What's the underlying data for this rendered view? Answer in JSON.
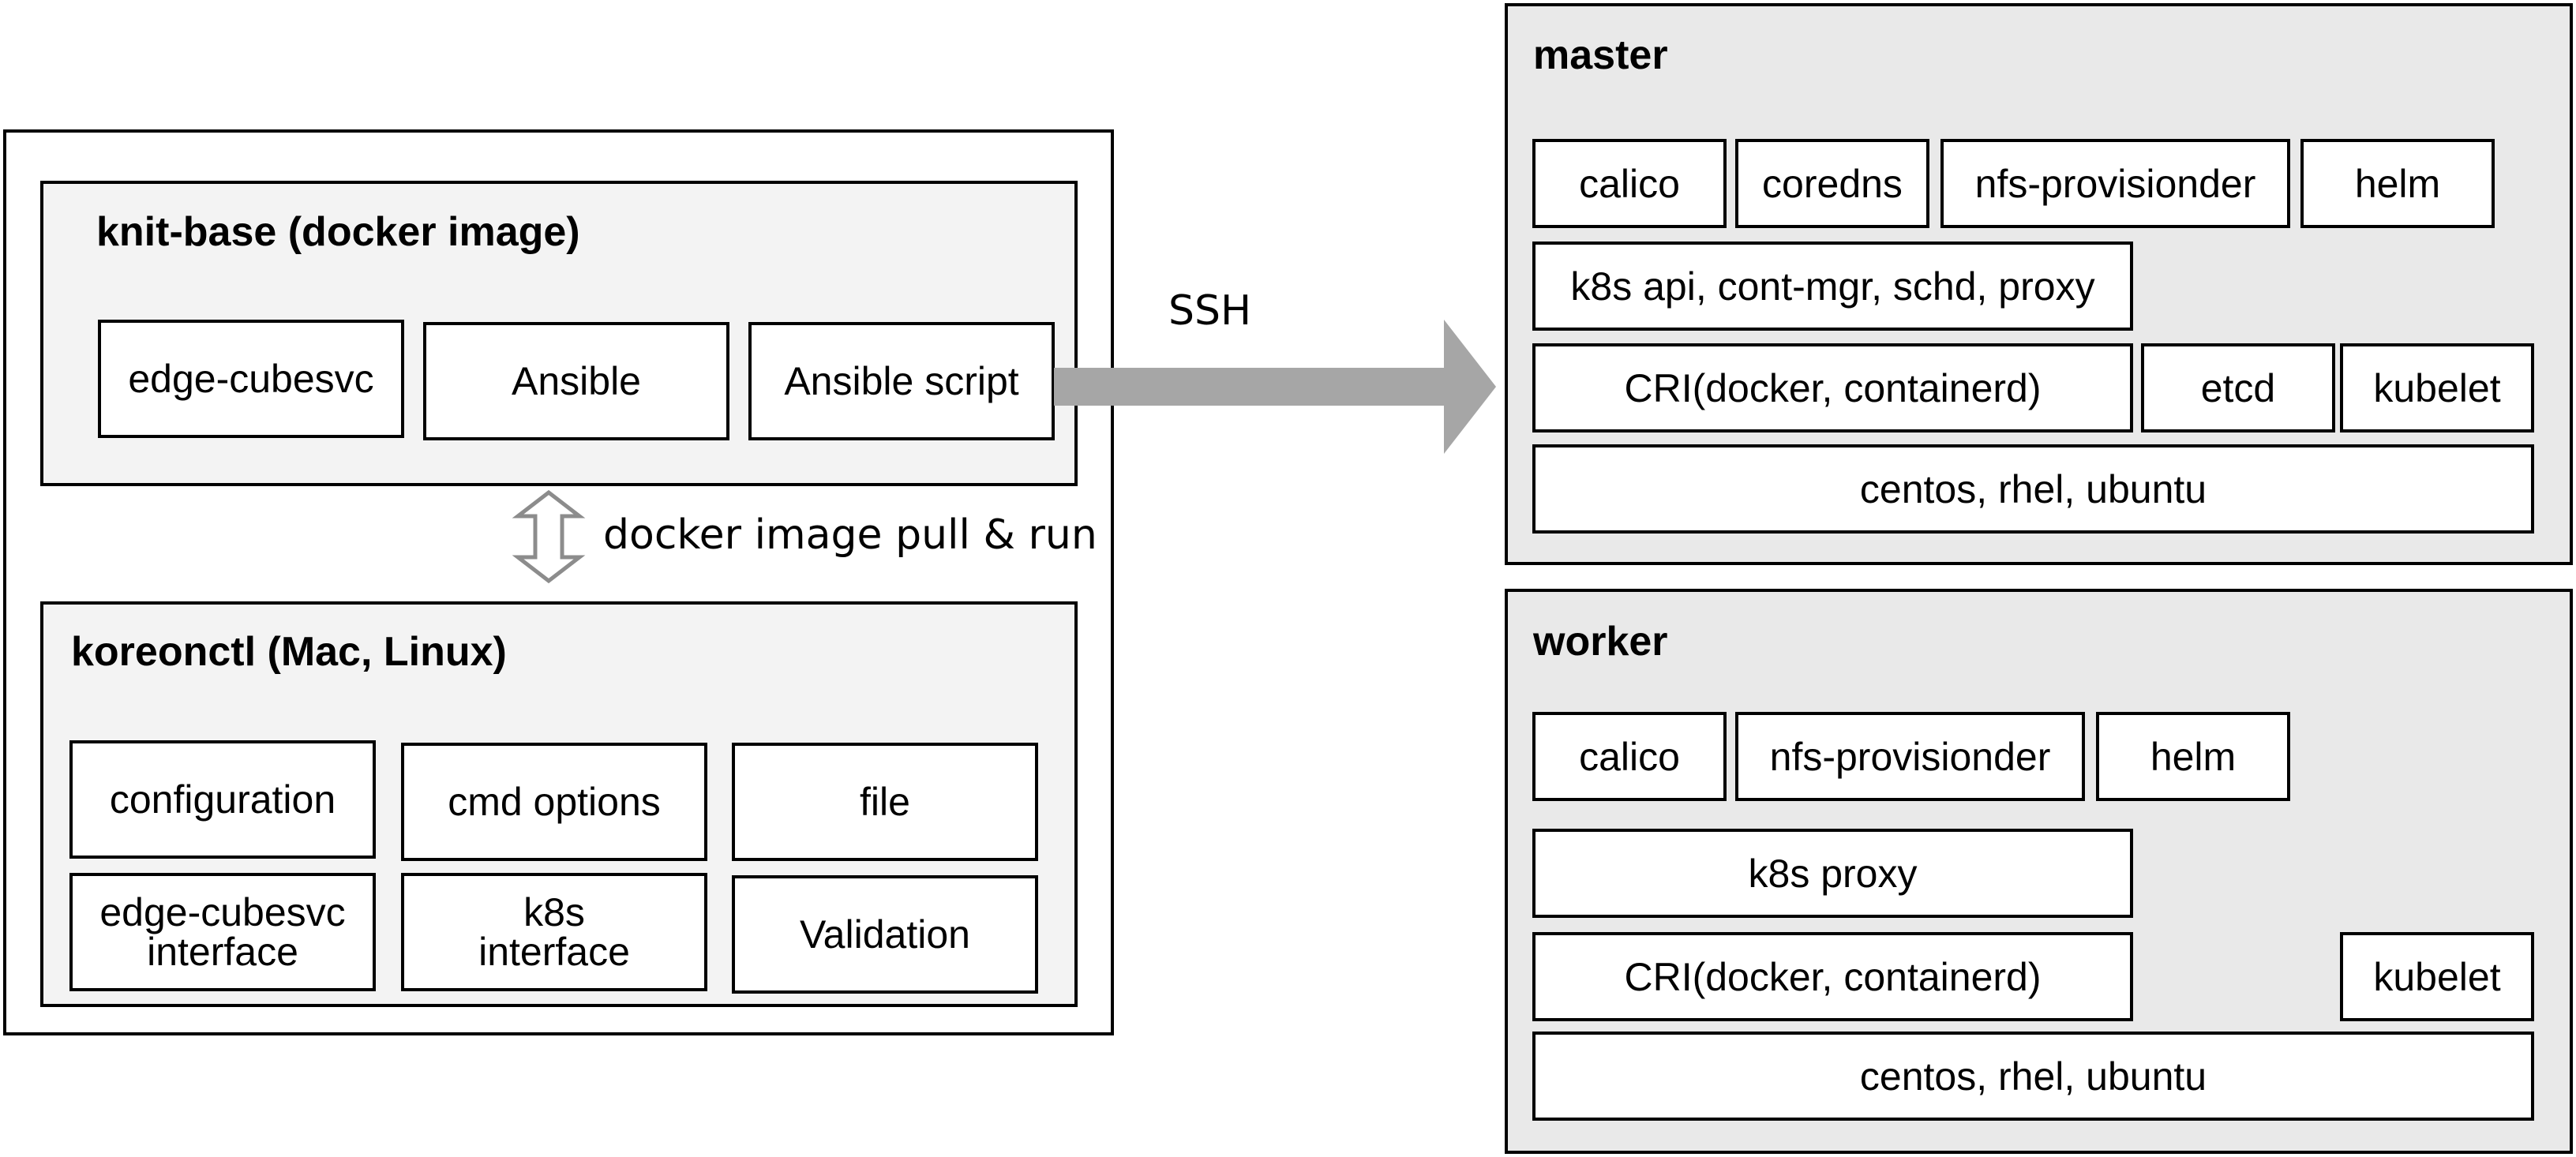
{
  "client": {
    "knit_base": {
      "title": "knit-base (docker image)",
      "items": [
        "edge-cubesvc",
        "Ansible",
        "Ansible script"
      ]
    },
    "pull_label": "docker image pull & run",
    "koreonctl": {
      "title": "koreonctl (Mac, Linux)",
      "items": [
        "configuration",
        "cmd options",
        "file",
        "edge-cubesvc\ninterface",
        "k8s\ninterface",
        "Validation"
      ]
    }
  },
  "connection": {
    "label": "SSH",
    "color": "#a6a6a6"
  },
  "master": {
    "title": "master",
    "row1": [
      "calico",
      "coredns",
      "nfs-provisionder",
      "helm"
    ],
    "row2": [
      "k8s api, cont-mgr, schd, proxy"
    ],
    "row3": [
      "CRI(docker, containerd)",
      "etcd",
      "kubelet"
    ],
    "row4": [
      "centos, rhel, ubuntu"
    ]
  },
  "worker": {
    "title": "worker",
    "row1": [
      "calico",
      "nfs-provisionder",
      "helm"
    ],
    "row2": [
      "k8s proxy"
    ],
    "row3": [
      "CRI(docker, containerd)",
      "kubelet"
    ],
    "row4": [
      "centos, rhel, ubuntu"
    ]
  }
}
